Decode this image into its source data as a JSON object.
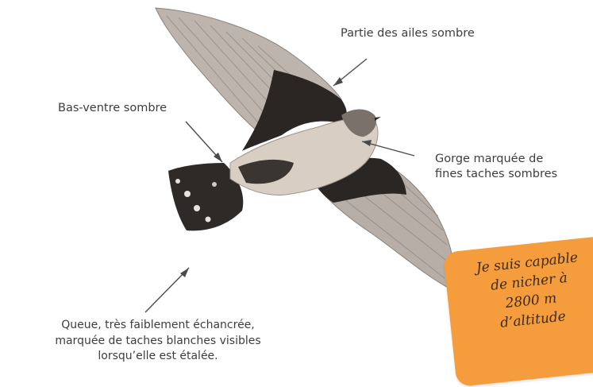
{
  "labels": {
    "wings": "Partie des ailes sombre",
    "belly": "Bas-ventre sombre",
    "throat": [
      "Gorge marquée de",
      "fines taches sombres"
    ],
    "tail": [
      "Queue, très faiblement échancrée,",
      "marquée de taches blanches visibles",
      "lorsqu’elle est étalée."
    ]
  },
  "note": [
    "Je suis capable",
    "de nicher à",
    "2800 m",
    "d’altitude"
  ],
  "colors": {
    "wing_light": "#b9b0ab",
    "wing_dark": "#2a2624",
    "body": "#d9cfc5",
    "note_bg": "#f59d3d"
  }
}
